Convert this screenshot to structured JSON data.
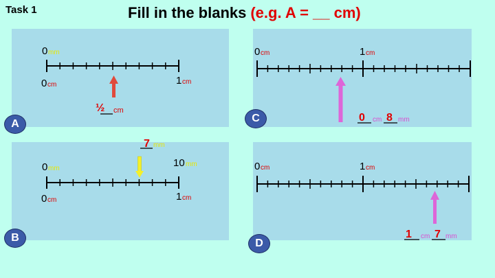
{
  "header": {
    "task": "Task 1",
    "title": "Fill in the blanks",
    "example": "(e.g. A = __ cm)"
  },
  "units": {
    "cm": "cm",
    "mm": "mm"
  },
  "panels": {
    "A": {
      "badge": "A",
      "zero_mm": "0",
      "zero_cm": "0",
      "one_cm": "1",
      "answer": "½",
      "answer_unit": "cm"
    },
    "B": {
      "badge": "B",
      "zero_mm": "0",
      "ten_mm": "10",
      "zero_cm": "0",
      "one_cm": "1",
      "answer": "7",
      "answer_unit": "mm"
    },
    "C": {
      "badge": "C",
      "zero_cm": "0",
      "one_cm": "1",
      "answer_cm": "0",
      "answer_mm": "8"
    },
    "D": {
      "badge": "D",
      "zero_cm": "0",
      "one_cm": "1",
      "answer_cm": "1",
      "answer_mm": "7"
    }
  },
  "colors": {
    "red": "#e00000",
    "yellow": "#e8e800",
    "arrow_red": "#e04a3c",
    "arrow_yellow": "#f4f02a",
    "arrow_pink": "#dd66d8"
  }
}
